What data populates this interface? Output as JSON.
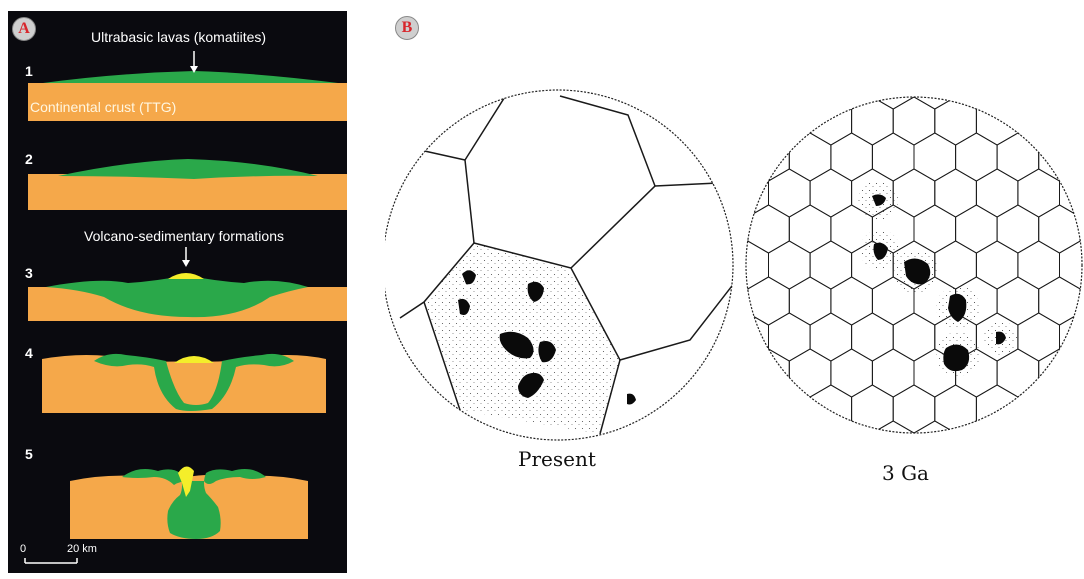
{
  "panel_a": {
    "badge": "A",
    "top_label": "Ultrabasic lavas (komatiites)",
    "crust_label": "Continental crust (TTG)",
    "mid_label": "Volcano-sedimentary formations",
    "steps": [
      "1",
      "2",
      "3",
      "4",
      "5"
    ],
    "scale_start": "0",
    "scale_end": "20 km",
    "colors": {
      "crust": "#f5a84a",
      "lava": "#2aa84a",
      "sediment": "#f4ee2a",
      "background": "#0a0a0f"
    }
  },
  "panel_b": {
    "badge": "B",
    "left_caption": "Present",
    "right_caption": "3 Ga"
  }
}
